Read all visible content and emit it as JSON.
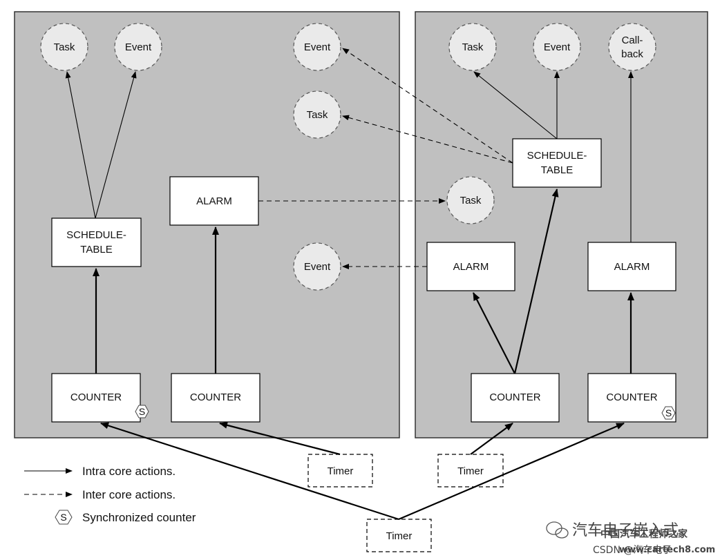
{
  "cores": [
    {
      "id": "core-1"
    },
    {
      "id": "core-2"
    }
  ],
  "labels": {
    "task": "Task",
    "event": "Event",
    "callback_line1": "Call-",
    "callback_line2": "back",
    "schedule_line1": "SCHEDULE-",
    "schedule_line2": "TABLE",
    "alarm": "ALARM",
    "counter": "COUNTER",
    "timer": "Timer",
    "sync_symbol": "S"
  },
  "legend": {
    "intra": "Intra core actions.",
    "inter": "Inter core actions.",
    "sync": "Synchronized counter"
  },
  "watermark": {
    "line1": "汽车电子嵌入式",
    "line2": "中国汽车工程师之家",
    "line3": "www.cartech8.com",
    "line4": "CSDN @汽车电子"
  }
}
